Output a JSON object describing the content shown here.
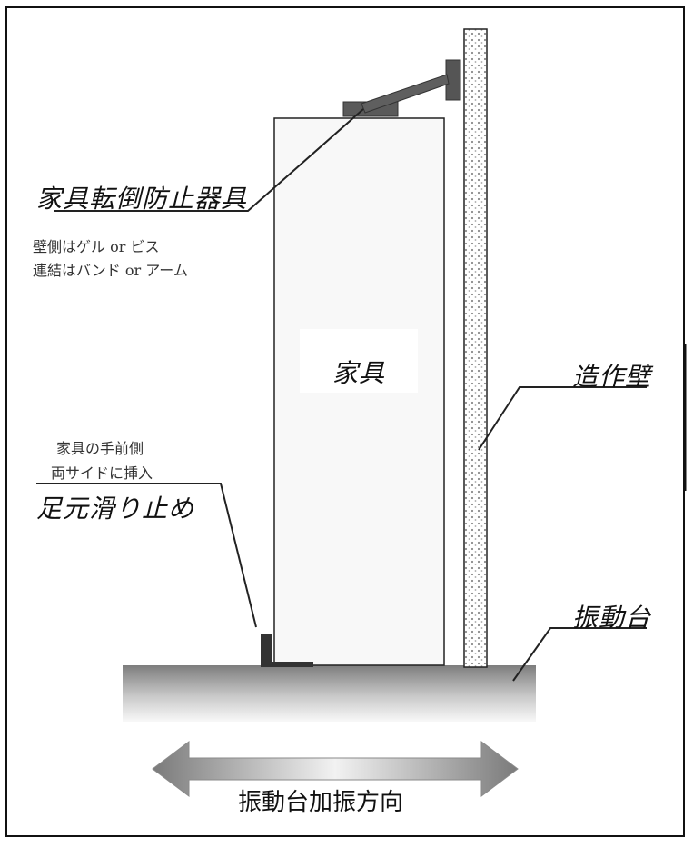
{
  "labels": {
    "device": "家具転倒防止器具",
    "device_note_1": "壁側はゲル or ビス",
    "device_note_2": "連結はバンド or アーム",
    "furniture": "家具",
    "wall": "造作壁",
    "stopper_note_1": "家具の手前側",
    "stopper_note_2": "両サイドに挿入",
    "stopper": "足元滑り止め",
    "table": "振動台",
    "direction": "振動台加振方向"
  },
  "colors": {
    "frame": "#111111",
    "furniture_fill": "#f7f7f7",
    "bracket": "#5a5a5a",
    "wall_dots": "#9a9a9a",
    "table_dark": "#8a8a8a",
    "table_light": "#f4f4f4",
    "arrow": "#8c8c8c"
  }
}
